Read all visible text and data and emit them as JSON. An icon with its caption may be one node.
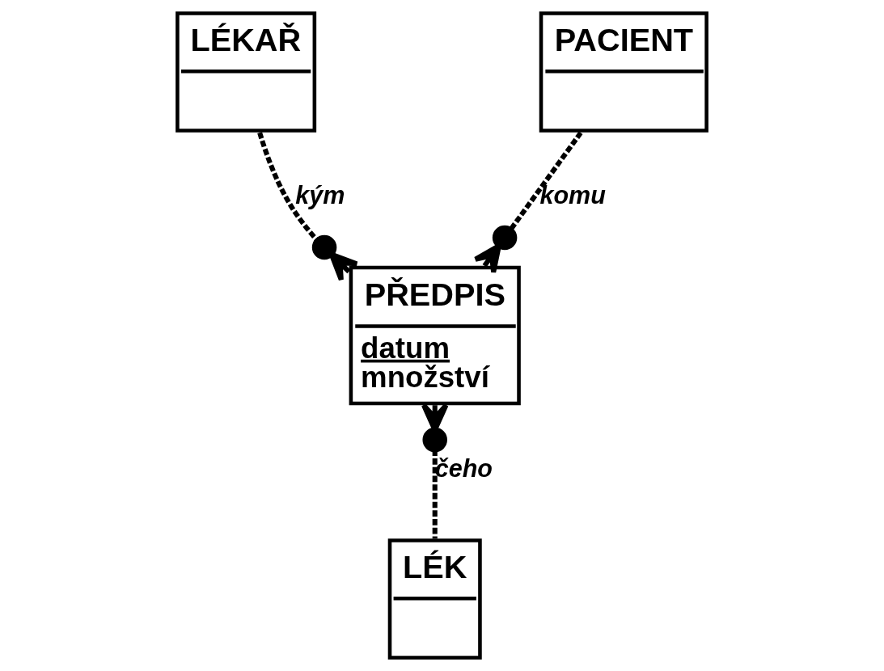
{
  "diagram": {
    "nodes": [
      {
        "text": [
          "LÉKAŘ"
        ]
      },
      {
        "text": [
          "PACIENT"
        ]
      },
      {
        "text": [
          "PŘEDPIS",
          "datum",
          "množství"
        ]
      },
      {
        "text": [
          "LÉK"
        ]
      }
    ],
    "edges": [
      {
        "from": 0,
        "to": 2,
        "arrow": "other",
        "label": "kým",
        "style": "dashed"
      },
      {
        "from": 1,
        "to": 2,
        "arrow": "other",
        "label": "komu",
        "style": "dashed"
      },
      {
        "from": 3,
        "to": 2,
        "arrow": "other",
        "label": "čeho",
        "style": "dashed"
      }
    ]
  }
}
